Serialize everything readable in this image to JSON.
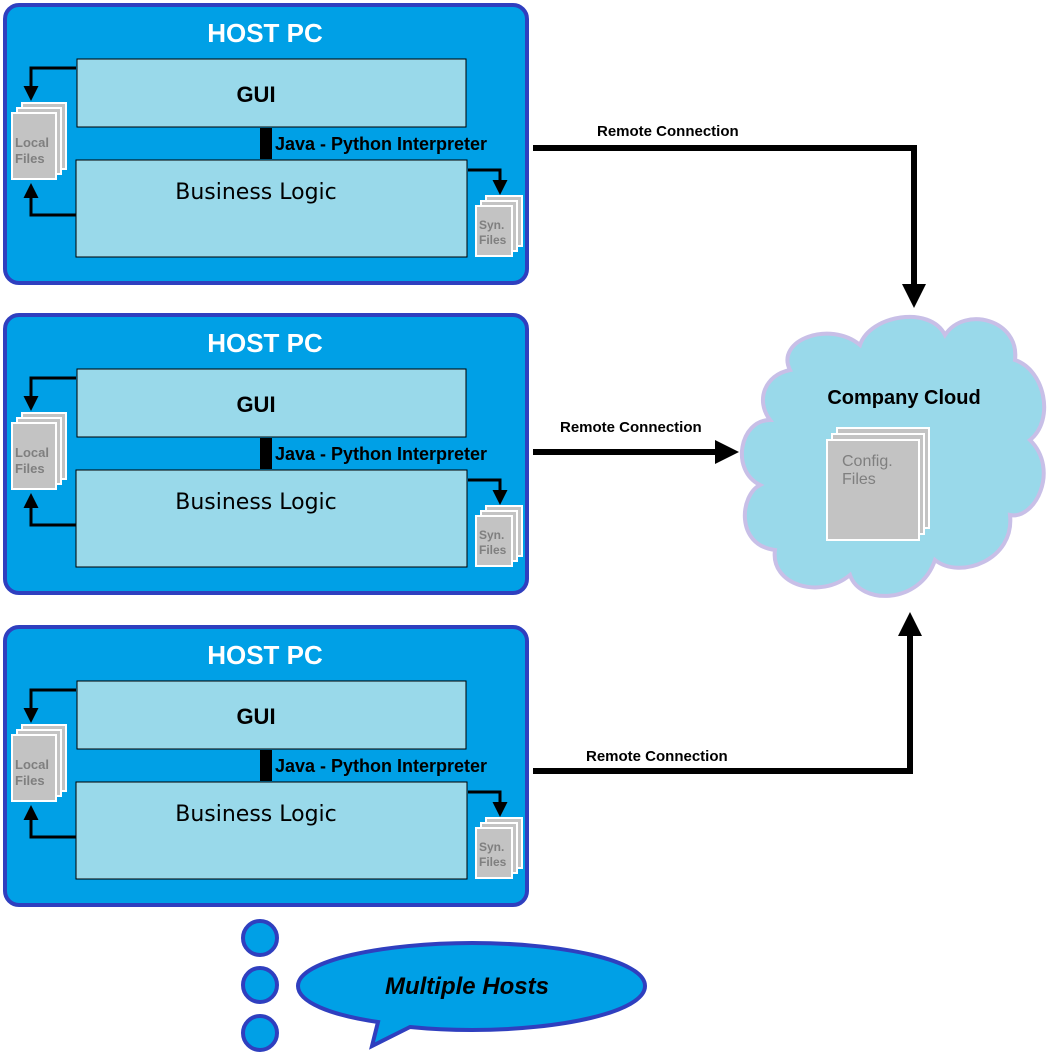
{
  "hosts": [
    {
      "title": "HOST PC",
      "gui_label": "GUI",
      "interpreter_label": "Java - Python Interpreter",
      "business_label": "Business Logic",
      "local_files": [
        "Local",
        "Files"
      ],
      "syn_files": [
        "Syn.",
        "Files"
      ],
      "connection_label": "Remote Connection"
    },
    {
      "title": "HOST PC",
      "gui_label": "GUI",
      "interpreter_label": "Java - Python Interpreter",
      "business_label": "Business Logic",
      "local_files": [
        "Local",
        "Files"
      ],
      "syn_files": [
        "Syn.",
        "Files"
      ],
      "connection_label": "Remote Connection"
    },
    {
      "title": "HOST PC",
      "gui_label": "GUI",
      "interpreter_label": "Java - Python Interpreter",
      "business_label": "Business Logic",
      "local_files": [
        "Local",
        "Files"
      ],
      "syn_files": [
        "Syn.",
        "Files"
      ],
      "connection_label": "Remote Connection"
    }
  ],
  "cloud": {
    "title": "Company Cloud",
    "files": [
      "Config.",
      "Files"
    ]
  },
  "callout": {
    "text": "Multiple Hosts"
  },
  "colors": {
    "host_fill": "#00a0e6",
    "host_border": "#2f3fbf",
    "box_fill": "#99d9ea",
    "cloud_fill": "#99d9ea",
    "cloud_border": "#c8bfe7",
    "file_fill": "#c3c3c3",
    "file_text": "#7f7f7f",
    "arrow": "#000000"
  }
}
